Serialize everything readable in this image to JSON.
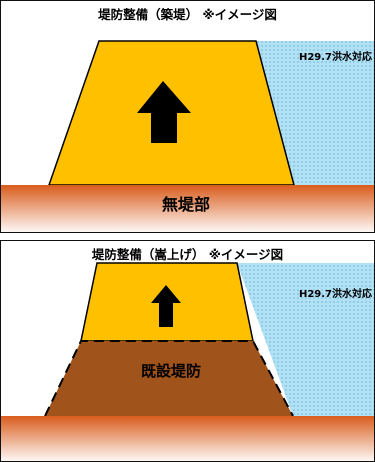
{
  "panels": [
    {
      "title": "堤防整備（築堤） ※イメージ図",
      "flood_note": "H29.7洪水対応",
      "ground_label": "無堤部"
    },
    {
      "title": "堤防整備（嵩上げ） ※イメージ図",
      "flood_note": "H29.7洪水対応",
      "levee_label": "既設堤防"
    }
  ],
  "colors": {
    "levee_new": "#ffc000",
    "levee_existing": "#a0541c",
    "water": "#a9dcf2",
    "ground_top": "#d95c1c",
    "ground_bottom": "#ffffff",
    "arrow": "#000000"
  }
}
